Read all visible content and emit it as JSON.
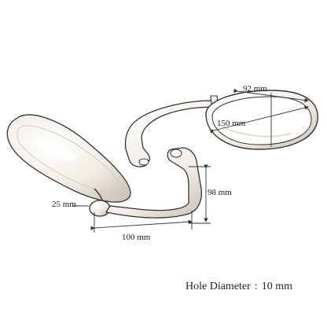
{
  "dimensions": {
    "mirror_height": "92 mm",
    "mirror_width": "150 mm",
    "mount_height": "98 mm",
    "stem_offset": "25 mm",
    "arm_reach": "100 mm"
  },
  "caption": {
    "label": "Hole Diameter",
    "separator": ":",
    "value": "10 mm"
  },
  "colors": {
    "line": "#333333",
    "chrome_light": "#f7f3ec",
    "chrome_shadow": "#b9b2a6",
    "lens_fill": "#ffffff"
  }
}
